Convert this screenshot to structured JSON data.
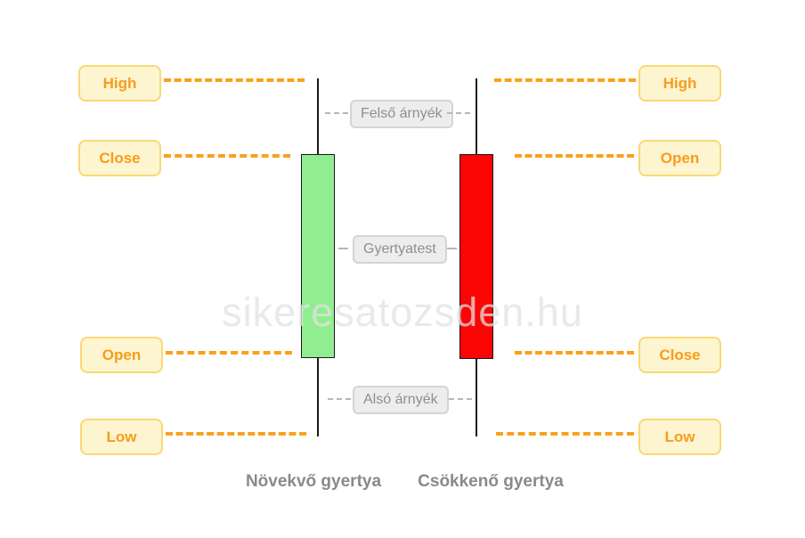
{
  "watermark": "sikeresatozsden.hu",
  "bullish": {
    "caption": "Növekvő gyertya",
    "labels": {
      "top_wick": "High",
      "body_top": "Close",
      "body_bottom": "Open",
      "bottom_wick": "Low"
    },
    "body_color": "#90EE90"
  },
  "bearish": {
    "caption": "Csökkenő gyertya",
    "labels": {
      "top_wick": "High",
      "body_top": "Open",
      "body_bottom": "Close",
      "bottom_wick": "Low"
    },
    "body_color": "#FB0505"
  },
  "anatomy": {
    "upper_shadow": "Felső árnyék",
    "body": "Gyertyatest",
    "lower_shadow": "Alsó árnyék"
  },
  "colors": {
    "accent_orange": "#F9A11C",
    "label_fill": "#FCF5D0",
    "label_border": "#FBD874",
    "gray_label_fill": "#EDEDED",
    "gray_label_text": "#8F8F8F",
    "wick": "#1A1A1A"
  }
}
